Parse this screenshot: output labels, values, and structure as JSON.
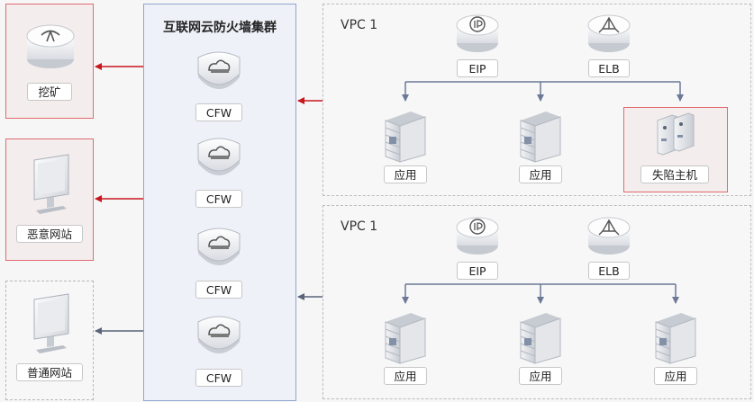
{
  "external": {
    "mining_label": "挖矿",
    "malicious_label": "恶意网站",
    "normal_label": "普通网站"
  },
  "firewall": {
    "cluster_title": "互联网云防火墙集群",
    "nodes": [
      "CFW",
      "CFW",
      "CFW",
      "CFW"
    ]
  },
  "vpc_top": {
    "title": "VPC 1",
    "eip": "EIP",
    "elb": "ELB",
    "app1": "应用",
    "app2": "应用",
    "compromised_host": "失陷主机"
  },
  "vpc_bottom": {
    "title": "VPC 1",
    "eip": "EIP",
    "elb": "ELB",
    "app1": "应用",
    "app2": "应用",
    "app3": "应用"
  },
  "colors": {
    "alert_red": "#c8161e",
    "normal_gray": "#5a6478",
    "cluster_blue": "#8fa6cf",
    "connector": "#6b7896"
  }
}
